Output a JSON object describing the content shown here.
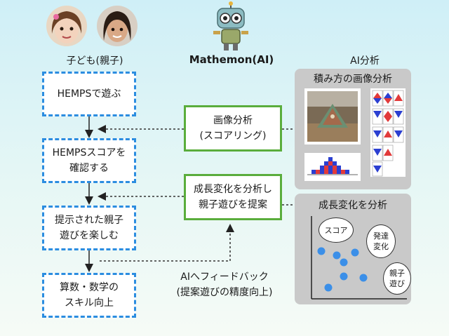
{
  "columns": {
    "children": "子ども(親子)",
    "ai": "Mathemon(AI)",
    "analysis": "AI分析"
  },
  "flow": [
    {
      "line1": "HEMPSで遊ぶ",
      "line2": ""
    },
    {
      "line1": "HEMPSスコアを",
      "line2": "確認する"
    },
    {
      "line1": "提示された親子",
      "line2": "遊びを楽しむ"
    },
    {
      "line1": "算数・数学の",
      "line2": "スキル向上"
    }
  ],
  "ai_boxes": [
    {
      "line1": "画像分析",
      "line2": "(スコアリング)"
    },
    {
      "line1": "成長変化を分析し",
      "line2": "親子遊びを提案"
    }
  ],
  "panels": {
    "image_analysis": {
      "title": "積み方の画像分析"
    },
    "growth_analysis": {
      "title": "成長変化を分析",
      "clusters": [
        {
          "line1": "スコア",
          "line2": ""
        },
        {
          "line1": "発達",
          "line2": "変化"
        },
        {
          "line1": "親子",
          "line2": "遊び"
        }
      ]
    }
  },
  "feedback": {
    "line1": "AIへフィードバック",
    "line2": "(提案遊びの精度向上)"
  },
  "colors": {
    "blue_border": "#2b8de0",
    "green_border": "#5aad3c",
    "dot": "#3b8fe8",
    "panel": "#c9c9c9"
  }
}
